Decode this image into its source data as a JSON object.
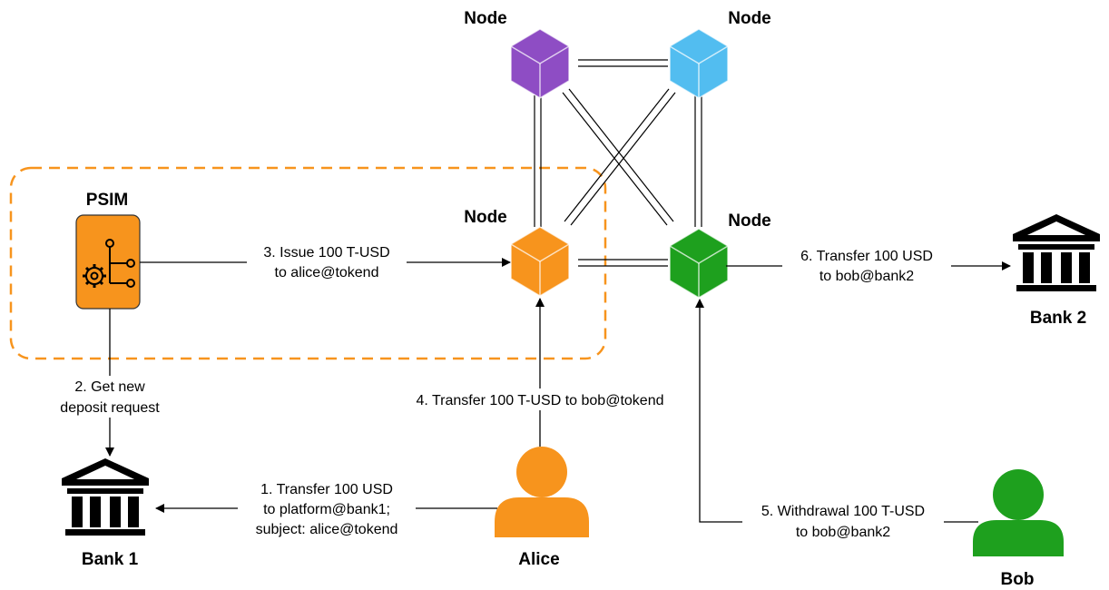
{
  "nodes": {
    "top_left": {
      "label": "Node",
      "color": "#8e4dc4"
    },
    "top_right": {
      "label": "Node",
      "color": "#52bdf0"
    },
    "mid_left": {
      "label": "Node",
      "color": "#f7941d"
    },
    "mid_right": {
      "label": "Node",
      "color": "#1ea01e"
    }
  },
  "actors": {
    "psim": {
      "label": "PSIM",
      "color": "#f7941d"
    },
    "bank1": {
      "label": "Bank 1"
    },
    "bank2": {
      "label": "Bank 2"
    },
    "alice": {
      "label": "Alice",
      "color": "#f7941d"
    },
    "bob": {
      "label": "Bob",
      "color": "#1ea01e"
    }
  },
  "steps": {
    "step1": [
      "1. Transfer 100 USD",
      "to platform@bank1;",
      "subject: alice@tokend"
    ],
    "step2": [
      "2. Get new",
      "deposit request"
    ],
    "step3": [
      "3. Issue 100 T-USD",
      "to alice@tokend"
    ],
    "step4": [
      "4. Transfer 100 T-USD to bob@tokend"
    ],
    "step5": [
      "5. Withdrawal 100 T-USD",
      "to bob@bank2"
    ],
    "step6": [
      "6. Transfer 100 USD",
      "to bob@bank2"
    ]
  },
  "colors": {
    "boundary": "#f7941d",
    "line": "#000000"
  }
}
